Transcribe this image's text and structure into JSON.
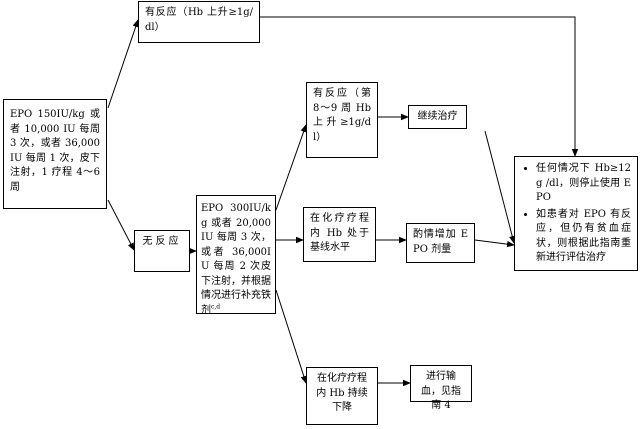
{
  "nodes": {
    "start": "EPO 150IU/kg 或者 10,000 IU 每周 3 次，或者 36,000IU 每周 1 次，皮下注射，1 疗程 4～6 周",
    "response_first": "有反应（Hb 上升≥1g/dl）",
    "no_response": "无反应",
    "epo_second": "EPO 300IU/kg 或者 20,000 IU 每周 3 次，或者 36,000IU 每周 2 次皮下注射，并根据情况进行补充铁剂",
    "epo_second_sup": "c,d",
    "response_second": "有反应（第 8～9 周 Hb 上升≥1g/dl）",
    "continue_treatment": "继续治疗",
    "hb_baseline": "在化疗疗程内 Hb 处于基线水平",
    "adjust_dose": "酌情增加 EPO 剂量",
    "hb_decline": "在化疗疗程内 Hb 持续下降",
    "transfusion": "进行输血，见指南 4",
    "final_items": [
      "任何情况下 Hb≥12g /dl，则停止使用 EPO",
      "如患者对 EPO 有反应，但仍有贫血症状，则根据此指南重新进行评估治疗"
    ]
  }
}
